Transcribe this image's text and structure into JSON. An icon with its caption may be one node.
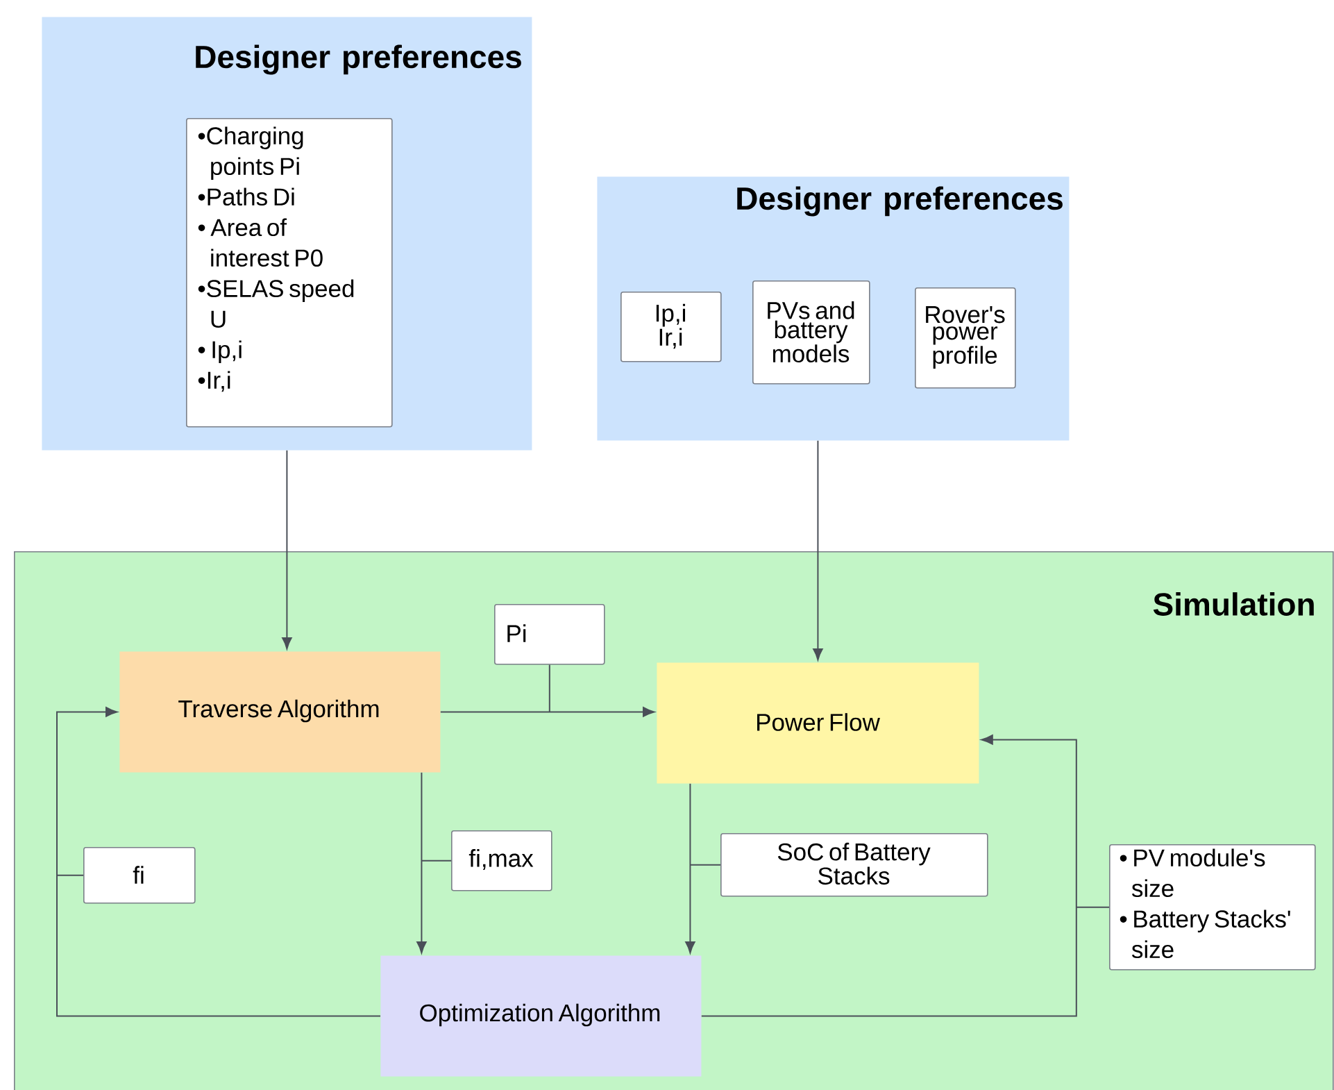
{
  "diagram": {
    "nodes": [
      {
        "text": [
          "Designer preferences"
        ]
      },
      {
        "text": [
          "•Charging points Pi",
          "•Paths Di",
          "• Area of interest P0",
          "•SELAS speed U",
          "• Ip,i",
          "•Ir,i"
        ],
        "in": 0
      },
      {
        "text": [
          "Designer preferences"
        ]
      },
      {
        "text": [
          "Ip,i",
          "Ir,i"
        ],
        "in": 2
      },
      {
        "text": [
          "PVs and battery models"
        ],
        "in": 2
      },
      {
        "text": [
          "Rover's power profile"
        ],
        "in": 2
      },
      {
        "text": [
          "Simulation"
        ]
      },
      {
        "text": [
          "Traverse Algorithm"
        ],
        "in": 6
      },
      {
        "text": [
          "Pi"
        ],
        "in": 6
      },
      {
        "text": [
          "Power Flow"
        ],
        "in": 6
      },
      {
        "text": [
          "fi"
        ],
        "in": 6
      },
      {
        "text": [
          "fi,max"
        ],
        "in": 6
      },
      {
        "text": [
          "SoC of Battery Stacks"
        ],
        "in": 6
      },
      {
        "text": [
          "Optimization Algorithm"
        ],
        "in": 6
      },
      {
        "text": [
          "• PV module's size",
          "• Battery Stacks' size"
        ],
        "in": 6
      }
    ],
    "edges": [
      {
        "from": 0,
        "to": 7,
        "arrow": "to"
      },
      {
        "from": 2,
        "to": 9,
        "arrow": "to"
      },
      {
        "from": 7,
        "to": 9,
        "arrow": "to"
      },
      {
        "from": 7,
        "to": 13,
        "arrow": "to"
      },
      {
        "from": 9,
        "to": 13,
        "arrow": "to"
      },
      {
        "from": 13,
        "to": 7,
        "arrow": "to"
      },
      {
        "from": 13,
        "to": 9,
        "arrow": "to"
      },
      {
        "from": 8,
        "to": null,
        "arrow": "none"
      },
      {
        "from": 10,
        "to": null,
        "arrow": "none"
      },
      {
        "from": 11,
        "to": null,
        "arrow": "none"
      },
      {
        "from": 12,
        "to": null,
        "arrow": "none"
      },
      {
        "from": 14,
        "to": null,
        "arrow": "none"
      }
    ]
  }
}
